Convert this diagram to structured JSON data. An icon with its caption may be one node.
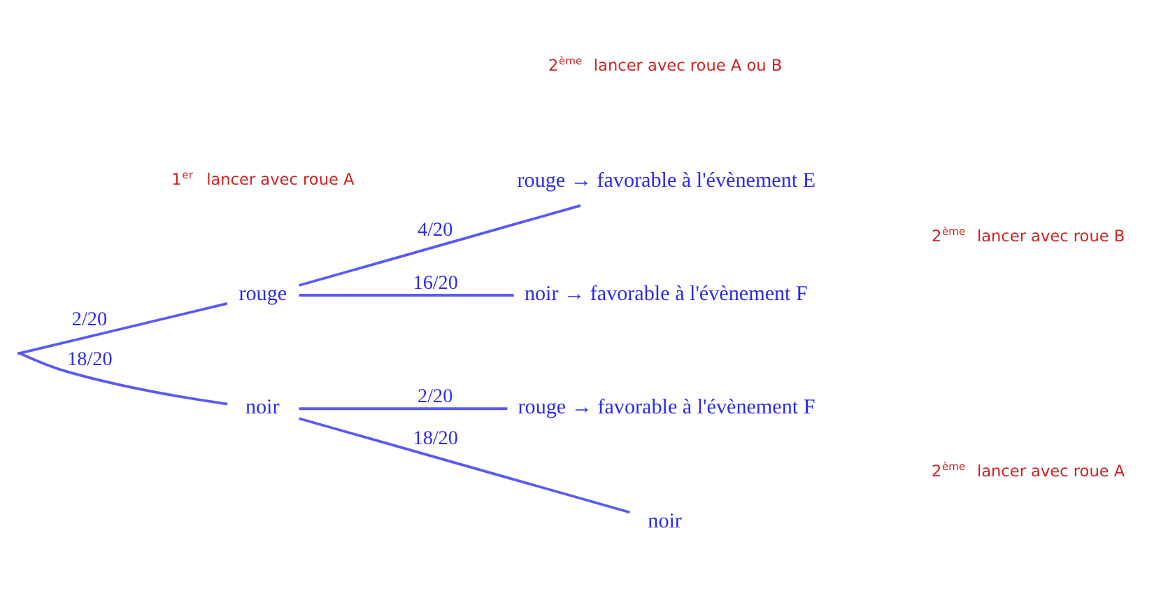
{
  "diagram": {
    "nodes": [
      {
        "text": [],
        "shape": "point"
      },
      {
        "text": [
          "rouge"
        ]
      },
      {
        "text": [
          "noir"
        ]
      },
      {
        "text": [
          "rouge → favorable à l'évènement E"
        ]
      },
      {
        "text": [
          "noir → favorable à l'évènement F"
        ]
      },
      {
        "text": [
          "rouge → favorable à l'évènement F"
        ]
      },
      {
        "text": [
          "noir"
        ]
      }
    ],
    "edges": [
      {
        "from": 0,
        "to": 1,
        "arrow": "none",
        "label": "2/20"
      },
      {
        "from": 0,
        "to": 2,
        "arrow": "none",
        "label": "18/20"
      },
      {
        "from": 1,
        "to": 3,
        "arrow": "none",
        "label": "4/20"
      },
      {
        "from": 1,
        "to": 4,
        "arrow": "none",
        "label": "16/20"
      },
      {
        "from": 2,
        "to": 5,
        "arrow": "none",
        "label": "2/20"
      },
      {
        "from": 2,
        "to": 6,
        "arrow": "none",
        "label": "18/20"
      }
    ],
    "labels": [
      "2$^{ème}$ lancer avec roue A ou B",
      "1$^{er}$ lancer avec roue A",
      "2$^{ème}$ lancer avec roue B",
      "2$^{ème}$ lancer avec roue A"
    ]
  }
}
